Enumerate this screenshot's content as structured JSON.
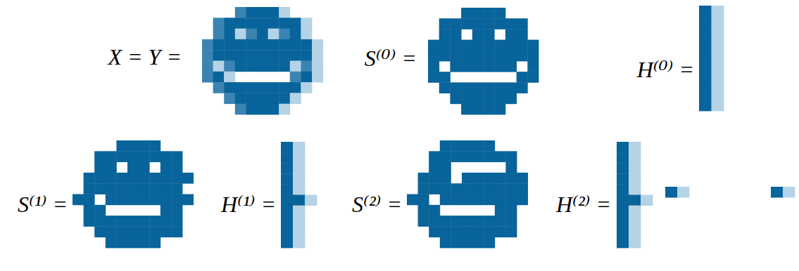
{
  "diagram": {
    "labels": [
      "X = Y =",
      "S⁽⁰⁾ =",
      "H⁽⁰⁾ =",
      "S⁽¹⁾ =",
      "H⁽¹⁾ =",
      "S⁽²⁾ =",
      "H⁽²⁾ ="
    ]
  }
}
